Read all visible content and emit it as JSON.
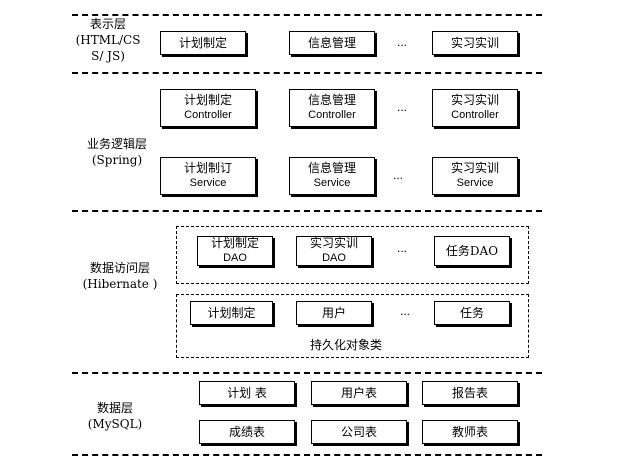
{
  "layers": {
    "presentation": {
      "label": "表示层\n(HTML/CS\nS/ JS)",
      "boxes": [
        "计划制定",
        "信息管理",
        "实习实训"
      ],
      "ellipsis": "..."
    },
    "business": {
      "label": "业务逻辑层\n(Spring)",
      "controllers": [
        {
          "name": "计划制定",
          "type": "Controller"
        },
        {
          "name": "信息管理",
          "type": "Controller"
        },
        {
          "name": "实习实训",
          "type": "Controller"
        }
      ],
      "services": [
        {
          "name": "计划制订",
          "type": "Service"
        },
        {
          "name": "信息管理",
          "type": "Service"
        },
        {
          "name": "实习实训",
          "type": "Service"
        }
      ],
      "ellipsis": "..."
    },
    "data_access": {
      "label": "数据访问层\n(Hibernate )",
      "daos": [
        {
          "name": "计划制定",
          "type": "DAO"
        },
        {
          "name": "实习实训",
          "type": "DAO"
        },
        {
          "name": "任务DAO",
          "type": ""
        }
      ],
      "entities": [
        "计划制定",
        "用户",
        "任务"
      ],
      "entities_title": "持久化对象类",
      "ellipsis": "..."
    },
    "database": {
      "label": "数据层\n(MySQL)",
      "tables_row1": [
        "计划 表",
        "用户表",
        "报告表"
      ],
      "tables_row2": [
        "成绩表",
        "公司表",
        "教师表"
      ]
    }
  }
}
